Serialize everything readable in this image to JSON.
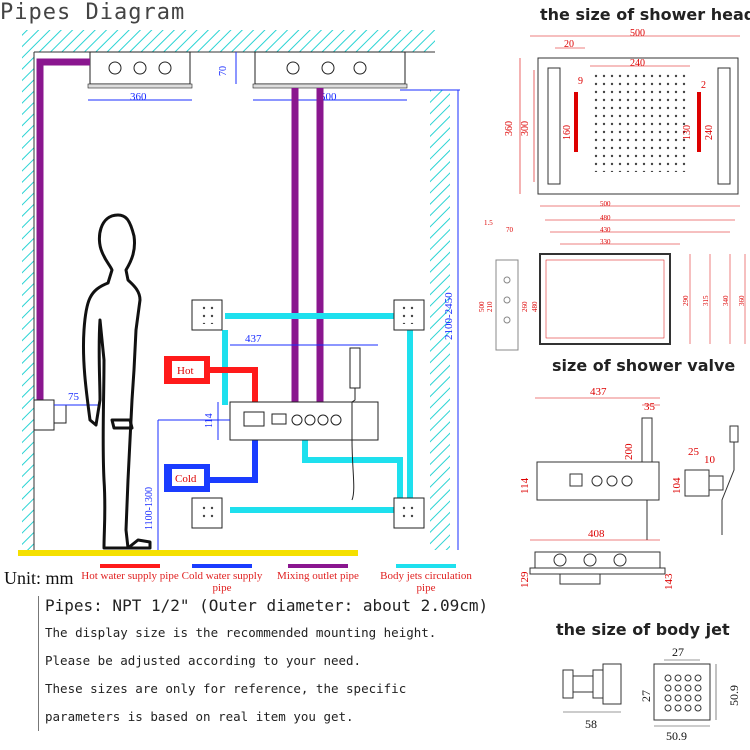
{
  "title": "Pipes Diagram",
  "sections": {
    "shower_head": "the size of shower head",
    "shower_valve": "size of shower valve",
    "body_jet": "the size of body jet"
  },
  "unit_label": "Unit: mm",
  "legend": [
    {
      "label": "Hot water supply pipe",
      "color": "#ff1a1a"
    },
    {
      "label": "Cold water supply pipe",
      "color": "#1a3cff"
    },
    {
      "label": "Mixing outlet pipe",
      "color": "#8a168f"
    },
    {
      "label": "Body jets circulation pipe",
      "color": "#1ee0ee"
    }
  ],
  "notes": {
    "pipes": "Pipes: NPT 1/2\" (Outer diameter: about 2.09cm)",
    "lines": [
      "The display size is the recommended mounting height.",
      "Please be adjusted according to your need.",
      "These sizes are only for reference, the specific",
      "parameters is based on real item you get."
    ]
  },
  "labels": {
    "hot": "Hot",
    "cold": "Cold",
    "d360": "360",
    "d500": "500",
    "d70": "70",
    "d75": "75",
    "d437": "437",
    "d114": "114",
    "d1100_1300": "1100-1300",
    "d2100_2450": "2100-2450"
  },
  "head_dims": {
    "w500": "500",
    "w240": "240",
    "w20": "20",
    "h360": "360",
    "h300": "300",
    "h160": "160",
    "h130": "130",
    "h240": "240",
    "n9": "9",
    "n2": "2"
  },
  "valve_dims": {
    "w500": "500",
    "w480": "480",
    "w430": "430",
    "w330": "330",
    "l15": "1.5",
    "l70": "70",
    "h290": "290",
    "h315": "315",
    "h340": "340",
    "h360": "360",
    "v260": "260",
    "v210": "210",
    "v500": "500",
    "v480": "480"
  },
  "valve2_dims": {
    "w437": "437",
    "d35": "35",
    "d200": "200",
    "d114": "114",
    "d104": "104",
    "d25": "25",
    "d10": "10",
    "w408": "408",
    "d129": "129",
    "d143": "143"
  },
  "jet_dims": {
    "d27": "27",
    "d27b": "27",
    "d58": "58",
    "d509": "50.9",
    "d509b": "50.9"
  },
  "colors": {
    "hot": "#ff1a1a",
    "cold": "#1a3cff",
    "mix": "#8a168f",
    "jet": "#1ee0ee",
    "dim": "#1a2dff",
    "hatch": "#2ad4d4",
    "floor": "#f5e000"
  }
}
